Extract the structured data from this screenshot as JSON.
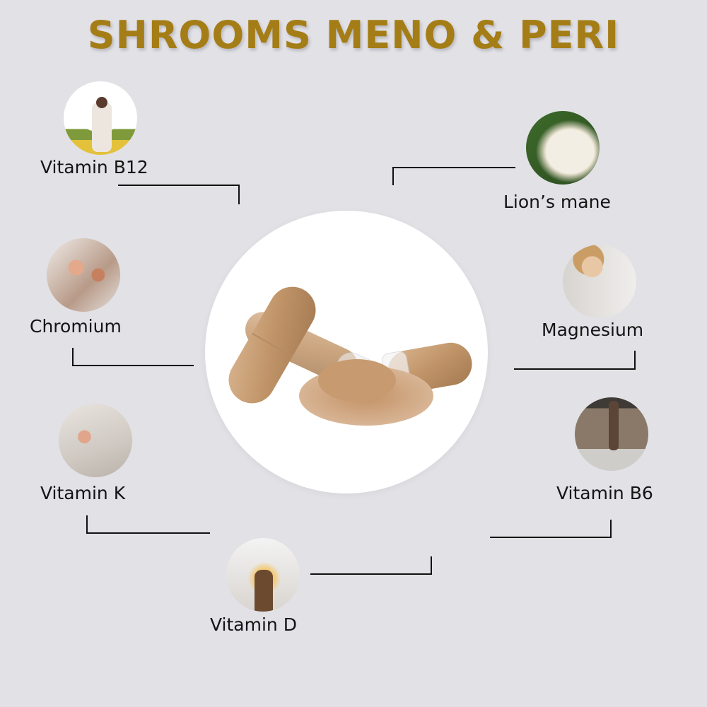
{
  "header": {
    "title": "SHROOMS MENO & PERI"
  },
  "colors": {
    "background": "#e1e1e6",
    "title": "#a57d16",
    "line": "#111111",
    "label": "#141414"
  },
  "center_image": {
    "description": "capsules-with-mushroom-powder"
  },
  "ingredients": [
    {
      "label": "Vitamin B12",
      "image": "woman-arms-raised-sunflower-field"
    },
    {
      "label": "Lion’s mane",
      "image": "lions-mane-mushroom"
    },
    {
      "label": "Chromium",
      "image": "dinner-table-wine-glasses"
    },
    {
      "label": "Magnesium",
      "image": "two-smiling-women"
    },
    {
      "label": "Vitamin K",
      "image": "woman-meditating"
    },
    {
      "label": "Vitamin B6",
      "image": "woman-stretching-yoga-mat"
    },
    {
      "label": "Vitamin D",
      "image": "woman-arms-raised-sunlight"
    }
  ]
}
